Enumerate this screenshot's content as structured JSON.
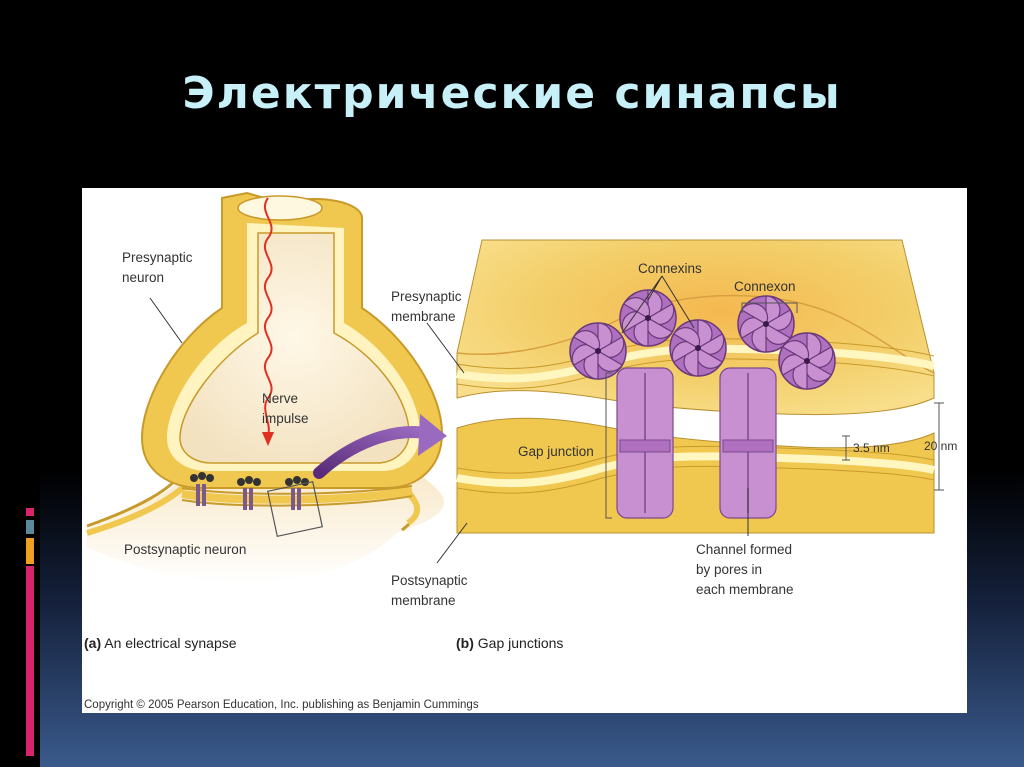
{
  "slide": {
    "title": "Электрические синапсы"
  },
  "colors": {
    "accent_pink": "#d8246c",
    "accent_teal": "#2a8a8a",
    "accent_orange": "#f0a020",
    "membrane": "#f0c850",
    "connexin": "#b070c0"
  },
  "diagram": {
    "a": {
      "presynaptic_neuron": [
        "Presynaptic",
        "neuron"
      ],
      "nerve_impulse": [
        "Nerve",
        "impulse"
      ],
      "postsynaptic_neuron": "Postsynaptic neuron",
      "caption_letter": "(a)",
      "caption_text": "An electrical synapse"
    },
    "b": {
      "presynaptic_membrane": [
        "Presynaptic",
        "membrane"
      ],
      "connexins": "Connexins",
      "connexon": "Connexon",
      "gap_junction": "Gap junction",
      "gap_width": "3.5 nm",
      "total_width": "20 nm",
      "channel_formed": [
        "Channel formed",
        "by pores in",
        "each membrane"
      ],
      "postsynaptic_membrane": [
        "Postsynaptic",
        "membrane"
      ],
      "caption_letter": "(b)",
      "caption_text": "Gap junctions"
    },
    "copyright": "Copyright © 2005 Pearson Education, Inc. publishing as Benjamin Cummings"
  }
}
